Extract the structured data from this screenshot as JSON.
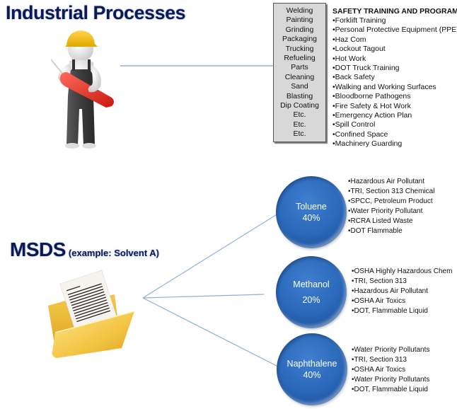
{
  "header": {
    "title": "Industrial Processes"
  },
  "processes": {
    "items": [
      "Welding",
      "Painting",
      "Grinding",
      "Packaging",
      "Trucking",
      "Refueling",
      "Parts",
      "Cleaning",
      "Sand",
      "Blasting",
      "Dip Coating",
      "Etc.",
      "Etc.",
      "Etc."
    ]
  },
  "safety": {
    "heading": "SAFETY TRAINING AND PROGRAMS",
    "items": [
      "•Forklift Training",
      "•Personal Protective Equipment (PPE)",
      "•Haz Com",
      "•Lockout Tagout",
      "•Hot Work",
      "•DOT Truck Training",
      "•Back Safety",
      "•Walking and Working Surfaces",
      "•Bloodborne Pathogens",
      "•Fire Safety & Hot Work",
      "•Emergency Action Plan",
      "•Spill Control",
      "•Confined Space",
      "•Machinery Guarding"
    ]
  },
  "msds": {
    "title": "MSDS",
    "subtitle": "(example: Solvent A)"
  },
  "components": [
    {
      "name": "Toluene",
      "percent": "40%",
      "properties": [
        "•Hazardous Air Pollutant",
        "•TRI, Section 313 Chemical",
        "•SPCC, Petroleum Product",
        "•Water Priority Pollutant",
        "•RCRA Listed Waste",
        "•DOT Flammable"
      ]
    },
    {
      "name": "Methanol",
      "percent": "20%",
      "properties": [
        "•OSHA Highly Hazardous Chem",
        "•TRI, Section 313",
        "•Hazardous Air Pollutant",
        "•OSHA Air Toxics",
        "•DOT, Flammable Liquid"
      ]
    },
    {
      "name": "Naphthalene",
      "percent": "40%",
      "properties": [
        "•Water Priority Pollutants",
        "•TRI, Section 313",
        "•OSHA Air Toxics",
        "•Water Priority Pollutants",
        "•DOT, Flammable Liquid"
      ]
    }
  ],
  "icons": {
    "worker": "worker-with-screwdriver-icon",
    "folder": "folder-with-document-icon"
  },
  "colors": {
    "title": "#0a1a55",
    "connector": "#8fb0dc",
    "circle": "#2a67b8",
    "process_box": "#d8d8d8"
  }
}
